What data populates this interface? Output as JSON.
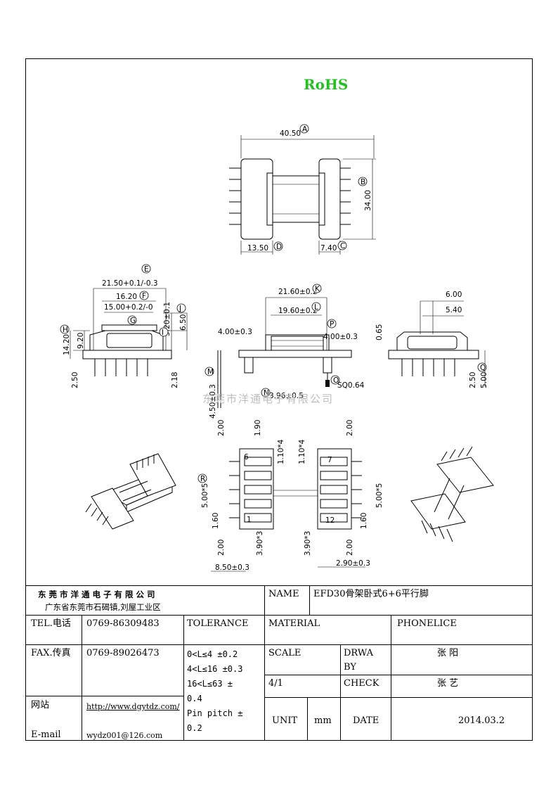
{
  "rohs": "RoHS",
  "watermark": "东莞市洋通电子有限公司",
  "dims": {
    "a": "40.50",
    "b": "34.00",
    "d": "13.50",
    "c": "7.40",
    "e": "21.50+0.1/-0.3",
    "f": "16.20",
    "g": "15.00+0.2/-0",
    "i": "5.20±0.1",
    "j": "6.50",
    "h": "14.20",
    "h2": "9.20",
    "s1": "2.50",
    "s2": "2.18",
    "k": "21.60±0.2",
    "l": "19.60±0.2",
    "p": "4.00±0.3",
    "m1": "4.00±0.3",
    "o": "SQ0.64",
    "n": "3.96±0.5",
    "m": "4.50±0.3",
    "r1": "6.00",
    "r2": "5.40",
    "r3": "0.65",
    "q1": "2.50",
    "q2": "5.00",
    "b1": "2.00",
    "b2": "1.90",
    "b3": "1.10*4",
    "b4": "1.10*4",
    "b5": "2.00",
    "pin6": "6",
    "pin7": "7",
    "pin1": "1",
    "pin12": "12",
    "r": "5.00*5",
    "r_right": "5.00*5",
    "p1": "1.60",
    "p2": "1.60",
    "p3": "2.00",
    "p4": "3.90*3",
    "p5": "3.90*3",
    "p6": "2.00",
    "w1": "8.50±0.3",
    "w2": "2.90±0.3"
  },
  "callouts": {
    "A": "A",
    "B": "B",
    "C": "C",
    "D": "D",
    "E": "E",
    "F": "F",
    "G": "G",
    "H": "H",
    "I": "I",
    "J": "J",
    "K": "K",
    "L": "L",
    "M": "M",
    "N": "N",
    "O": "O",
    "P": "P",
    "Q": "Q",
    "R": "R"
  },
  "title_block": {
    "company": "东 莞 市 洋 通 电 子 有 限 公 司",
    "address": "广东省东莞市石碣镇,刘屋工业区",
    "name_label": "NAME",
    "name_value": "EFD30骨架卧式6+6平行脚",
    "tel_label": "TEL.电话",
    "tel_value": "0769-86309483",
    "tolerance_label": "TOLERANCE",
    "material_label": "MATERIAL",
    "phenolic_label": "PHONELICE",
    "fax_label": "FAX.传真",
    "fax_value": "0769-89026473",
    "tol_lines": [
      "0<L≤4  ±0.2",
      "4<L≤16 ±0.3",
      "16<L≤63 ±",
      "0.4",
      "Pin pitch ±",
      "0.2"
    ],
    "scale_label": "SCALE",
    "drawn_label_1": "DRWA",
    "drawn_label_2": "BY",
    "drawn_by": "张 阳",
    "scale_value": "4/1",
    "check_label": "CHECK",
    "check_by": "张 艺",
    "web_label": "网站",
    "web_value": "http://www.dgytdz.com/",
    "unit_label": "UNIT",
    "unit_value": "mm",
    "date_label": "DATE",
    "date_value": "2014.03.2",
    "email_label": "E-mail",
    "email_value": "wydz001@126.com"
  }
}
